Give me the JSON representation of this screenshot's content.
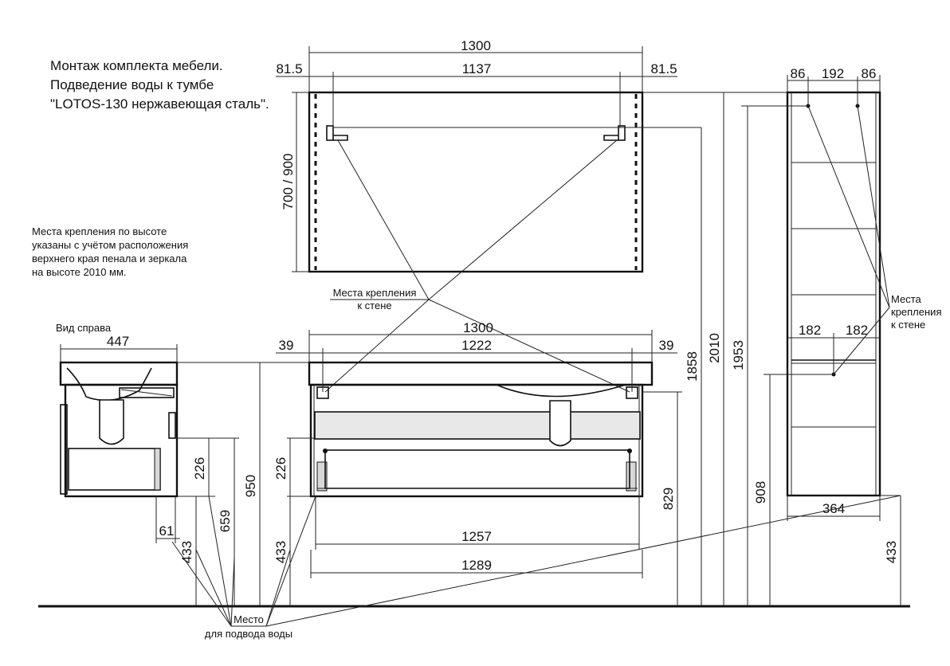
{
  "title": {
    "lines": [
      "Монтаж комплекта мебели.",
      "Подведение воды к тумбе",
      "\"LOTOS-130 нержавеющая сталь\"."
    ]
  },
  "mount_note": {
    "lines": [
      "Места крепления по высоте",
      "указаны с учётом расположения",
      "верхнего края пенала и зеркала",
      "на высоте 2010 мм."
    ]
  },
  "side_view_label": "Вид  справа",
  "labels": {
    "wall_mount_1": "Места крепления",
    "wall_mount_2": "к стене",
    "tall_mount_1": "Места",
    "tall_mount_2": "крепления",
    "tall_mount_3": "к стене",
    "water_1": "Место",
    "water_2": "для подвода воды"
  },
  "dims": {
    "mirror_width": "1300",
    "mirror_left_offset": "81.5",
    "mirror_hole_span": "1137",
    "mirror_right_offset": "81.5",
    "mirror_height": "700 / 900",
    "tall_left": "86",
    "tall_mid": "192",
    "tall_right": "86",
    "tall_inner_left": "182",
    "tall_inner_right": "182",
    "tall_depth": "364",
    "vanity_width": "1300",
    "vanity_left": "39",
    "vanity_hole_span": "1222",
    "vanity_right": "39",
    "vanity_inner": "1257",
    "vanity_body": "1289",
    "side_depth": "447",
    "side_61": "61",
    "side_226": "226",
    "side_433": "433",
    "side_659": "659",
    "side_950": "950",
    "front_226": "226",
    "front_433": "433",
    "front_829": "829",
    "h_1858": "1858",
    "h_2010": "2010",
    "h_1953": "1953",
    "h_908": "908",
    "h_433_right": "433"
  }
}
